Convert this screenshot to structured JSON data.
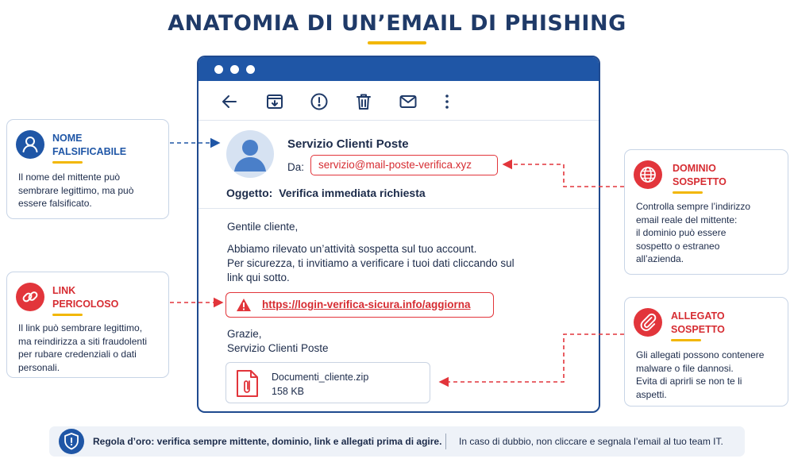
{
  "title": "ANATOMIA DI UN’EMAIL DI PHISHING",
  "colors": {
    "navy": "#1f3a68",
    "blue": "#1f56a6",
    "red": "#d62c32",
    "yellow": "#f2b705"
  },
  "toolbar_icons": [
    "back-arrow-icon",
    "archive-icon",
    "report-spam-icon",
    "trash-icon",
    "envelope-icon",
    "more-vert-icon"
  ],
  "email": {
    "sender_name": "Servizio Clienti Poste",
    "from_label": "Da:",
    "from_address": "servizio@mail-poste-verifica.xyz",
    "subject_label": "Oggetto:",
    "subject": "Verifica immediata richiesta",
    "greeting": "Gentile cliente,",
    "body_lines": [
      "Abbiamo rilevato un’attività sospetta sul tuo account.",
      "Per sicurezza, ti invitiamo a verificare i tuoi dati cliccando sul",
      "link qui sotto."
    ],
    "link": "https://login-verifica-sicura.info/aggiorna",
    "closing": "Grazie,",
    "signature": "Servizio Clienti Poste",
    "attachment": {
      "name": "Documenti_cliente.zip",
      "size": "158 KB"
    }
  },
  "callouts": {
    "name": {
      "title_lines": [
        "NOME",
        "FALSIFICABILE"
      ],
      "desc_lines": [
        "Il nome del mittente può",
        "sembrare legittimo, ma può",
        "essere falsificato."
      ]
    },
    "link": {
      "title_lines": [
        "LINK",
        "PERICOLOSO"
      ],
      "desc_lines": [
        "Il link può sembrare legittimo,",
        "ma reindirizza a siti fraudolenti",
        "per rubare credenziali o dati",
        "personali."
      ]
    },
    "domain": {
      "title_lines": [
        "DOMINIO",
        "SOSPETTO"
      ],
      "desc_lines": [
        "Controlla sempre l’indirizzo",
        "email reale del mittente:",
        "il dominio può essere",
        "sospetto o estraneo",
        "all’azienda."
      ]
    },
    "attachment": {
      "title_lines": [
        "ALLEGATO",
        "SOSPETTO"
      ],
      "desc_lines": [
        "Gli allegati possono contenere",
        "malware o file dannosi.",
        "Evita di aprirli se non te li",
        "aspetti."
      ]
    }
  },
  "footer": {
    "rule": "Regola d’oro: verifica sempre mittente, dominio, link e allegati prima di agire.",
    "tip": "In caso di dubbio, non cliccare e segnala l’email al tuo team IT."
  }
}
